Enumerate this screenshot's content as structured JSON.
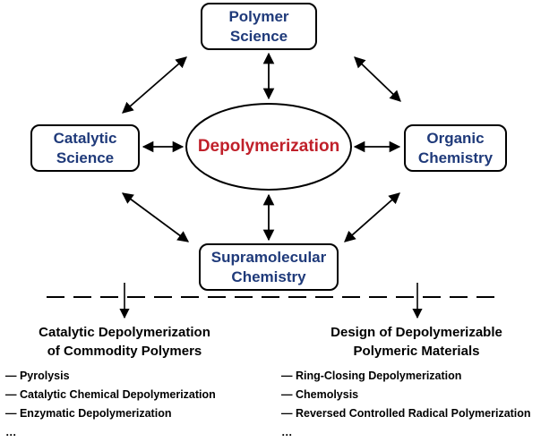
{
  "center": "Depolymerization",
  "nodes": {
    "top": "Polymer Science",
    "left": "Catalytic Science",
    "right": "Organic Chemistry",
    "bottom": "Supramolecular Chemistry"
  },
  "left_column": {
    "title_line1": "Catalytic Depolymerization",
    "title_line2": "of Commodity Polymers",
    "items": [
      "— Pyrolysis",
      "— Catalytic Chemical Depolymerization",
      "— Enzymatic Depolymerization",
      "…"
    ]
  },
  "right_column": {
    "title_line1": "Design of Depolymerizable",
    "title_line2": "Polymeric Materials",
    "items": [
      "— Ring-Closing Depolymerization",
      "— Chemolysis",
      "— Reversed Controlled Radical Polymerization",
      "…"
    ]
  },
  "colors": {
    "center_text": "#c0202a",
    "node_text": "#1f3a7a"
  }
}
